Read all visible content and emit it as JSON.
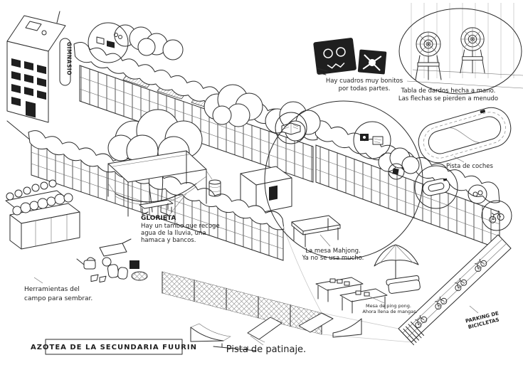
{
  "page": {
    "title": "AZOTEA DE LA SECUNDARIA FUURIN",
    "background": "#ffffff",
    "ink": "#2b2b2b"
  },
  "annotations": {
    "gimnasio": {
      "label": "GIMNASIO"
    },
    "cuadros": {
      "lines": [
        "Hay cuadros muy bonitos",
        "por todas partes."
      ]
    },
    "dardos": {
      "lines": [
        "Tabla de dardos hecha a mano.",
        "Las flechas se pierden a menudo"
      ]
    },
    "pista_coches": {
      "label": "Pista de coches"
    },
    "glorieta": {
      "title": "GLORIETA",
      "lines": [
        "Hay un tambo que recoge",
        "agua de la lluvia, una",
        "hamaca y bancos."
      ]
    },
    "mahjong": {
      "lines": [
        "La mesa Mahjong.",
        "Ya no se usa mucho."
      ]
    },
    "herramientas": {
      "lines": [
        "Herramientas del",
        "campo para sembrar."
      ]
    },
    "ping_pong": {
      "lines": [
        "Mesa de ping pong.",
        "Ahora llena de mangas."
      ]
    },
    "parking": {
      "lines": [
        "PARKING DE",
        "BICICLETAS"
      ]
    },
    "patinaje": {
      "label": "Pista de patinaje."
    }
  }
}
